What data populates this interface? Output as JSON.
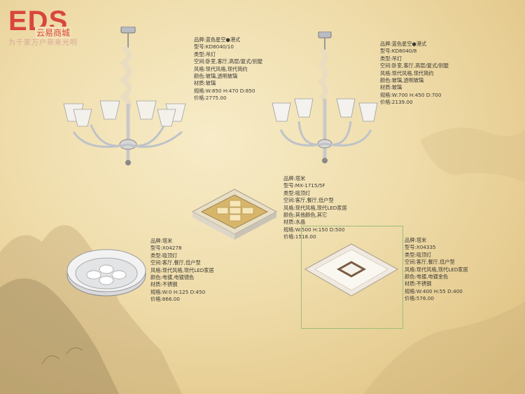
{
  "logo": {
    "mark": "EDS",
    "name_cn": "云易商城",
    "slogan": "为千家万户带来光明"
  },
  "products": [
    {
      "brand": "品牌:蓝色星空●港式",
      "model": "型号:KD8040/10",
      "type": "类型:吊灯",
      "space": "空间:卧室,客厅,高层/复式/别墅",
      "style": "风格:现代风格,现代简约",
      "color": "颜色:玻璃,透明玻璃",
      "material": "材质:玻璃",
      "size": "规格:W:850 H:470 D:850",
      "price": "价格:2775.00"
    },
    {
      "brand": "品牌:蓝色星空●港式",
      "model": "型号:KD8040/8",
      "type": "类型:吊灯",
      "space": "空间:卧室,客厅,高层/复式/别墅",
      "style": "风格:现代风格,现代简约",
      "color": "颜色:玻璃,透明玻璃",
      "material": "材质:玻璃",
      "size": "规格:W:700 H:450 D:700",
      "price": "价格:2139.00"
    },
    {
      "brand": "品牌:塔米",
      "model": "型号:MX-1715/5F",
      "type": "类型:吸顶灯",
      "space": "空间:客厅,餐厅,低户型",
      "style": "风格:现代风格,现代LED家居",
      "color": "颜色:其他颜色,其它",
      "material": "材质:水晶",
      "size": "规格:W:500 H:150 D:500",
      "price": "价格:1518.00"
    },
    {
      "brand": "品牌:塔米",
      "model": "型号:X04278",
      "type": "类型:吸顶灯",
      "space": "空间:客厅,餐厅,低户型",
      "style": "风格:现代风格,现代LED家居",
      "color": "颜色:电镀,电镀镜色",
      "material": "材质:不锈钢",
      "size": "规格:W:0 H:125 D:450",
      "price": "价格:866.00"
    },
    {
      "brand": "品牌:塔米",
      "model": "型号:X04335",
      "type": "类型:吸顶灯",
      "space": "空间:客厅,餐厅,低户型",
      "style": "风格:现代风格,现代LED家居",
      "color": "颜色:电镀,电镀金色",
      "material": "材质:不锈钢",
      "size": "规格:W:400 H:55 D:400",
      "price": "价格:576.00"
    }
  ],
  "colors": {
    "brand_red": "#d9463b",
    "text": "#3c3a34",
    "frame": "#9bbf7a",
    "paper": "#efdcaa"
  }
}
